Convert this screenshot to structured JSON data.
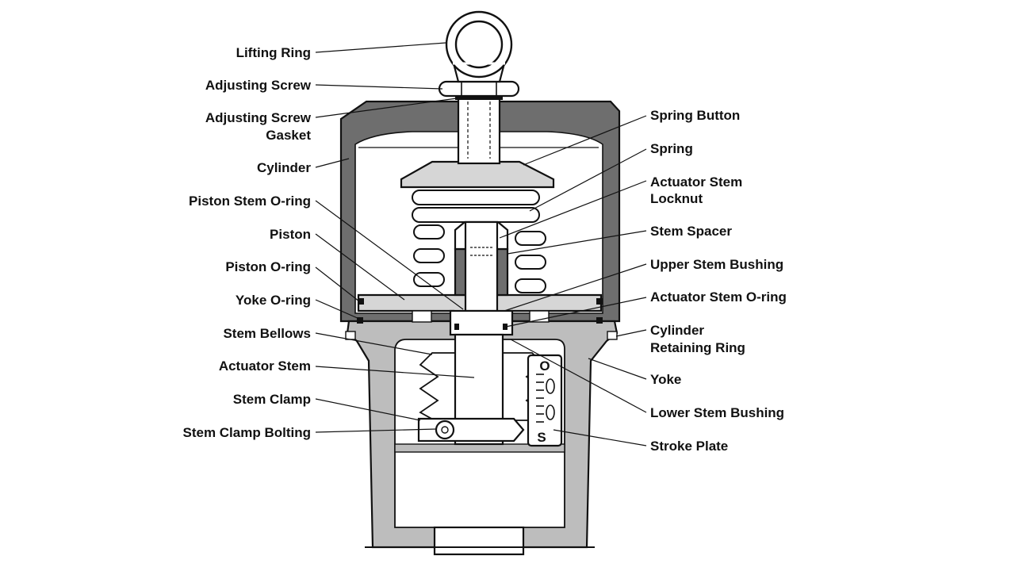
{
  "colors": {
    "housing_dark": "#6e6e6e",
    "housing_light": "#bdbdbd",
    "part_light": "#d6d6d6",
    "outline": "#111111",
    "background": "#ffffff"
  },
  "labels": {
    "lifting_ring": "Lifting Ring",
    "adjusting_screw": "Adjusting Screw",
    "adjusting_screw_gasket_line1": "Adjusting Screw",
    "adjusting_screw_gasket_line2": "Gasket",
    "cylinder": "Cylinder",
    "piston_stem_oring": "Piston Stem O-ring",
    "piston": "Piston",
    "piston_oring": "Piston O-ring",
    "yoke_oring": "Yoke O-ring",
    "stem_bellows": "Stem Bellows",
    "actuator_stem": "Actuator Stem",
    "stem_clamp": "Stem Clamp",
    "stem_clamp_bolting": "Stem Clamp Bolting",
    "spring_button": "Spring Button",
    "spring": "Spring",
    "actuator_stem_locknut_line1": "Actuator Stem",
    "actuator_stem_locknut_line2": "Locknut",
    "stem_spacer": "Stem Spacer",
    "upper_stem_bushing": "Upper Stem Bushing",
    "actuator_stem_oring": "Actuator Stem O-ring",
    "cylinder_retaining_ring_line1": "Cylinder",
    "cylinder_retaining_ring_line2": "Retaining Ring",
    "yoke": "Yoke",
    "lower_stem_bushing": "Lower Stem Bushing",
    "stroke_plate": "Stroke Plate"
  },
  "stroke_plate": {
    "top_mark": "O",
    "bottom_mark": "S"
  }
}
